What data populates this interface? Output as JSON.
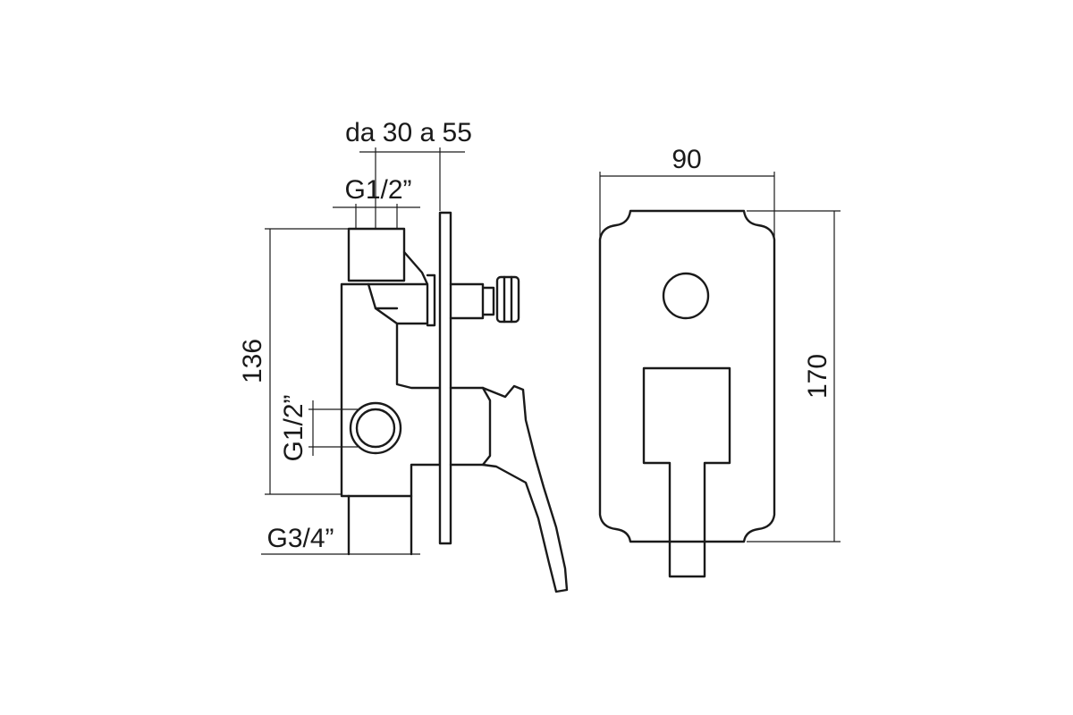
{
  "dimensions": {
    "wall_depth": "da 30 a 55",
    "top_outlet_thread": "G1/2”",
    "side_outlet_thread": "G1/2”",
    "inlet_thread": "G3/4”",
    "body_height": "136",
    "plate_width": "90",
    "plate_height": "170"
  }
}
